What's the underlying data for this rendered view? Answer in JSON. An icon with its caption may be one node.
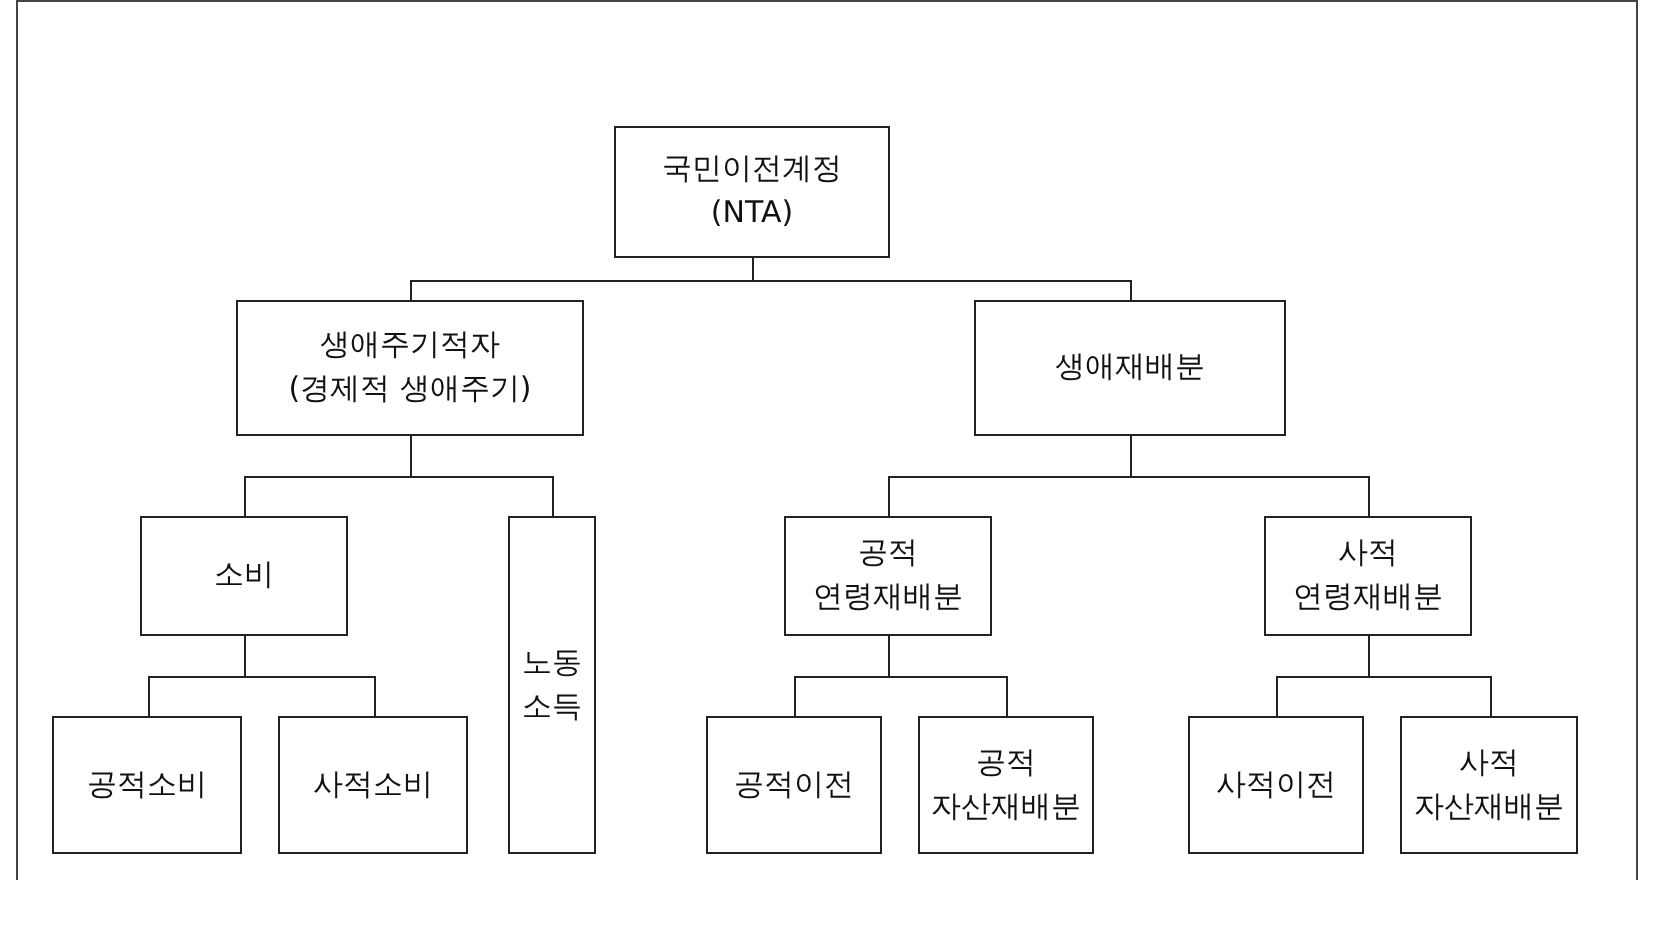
{
  "diagram": {
    "nodes": [
      {
        "text": [
          "국민이전계정 (NTA)"
        ]
      },
      {
        "text": [
          "생애주기적자 (경제적 생애주기)"
        ]
      },
      {
        "text": [
          "생애재배분"
        ]
      },
      {
        "text": [
          "소비"
        ]
      },
      {
        "text": [
          "노동 소득"
        ]
      },
      {
        "text": [
          "공적 연령재배분"
        ]
      },
      {
        "text": [
          "사적 연령재배분"
        ]
      },
      {
        "text": [
          "공적소비"
        ]
      },
      {
        "text": [
          "사적소비"
        ]
      },
      {
        "text": [
          "공적이전"
        ]
      },
      {
        "text": [
          "공적 자산재배분"
        ]
      },
      {
        "text": [
          "사적이전"
        ]
      },
      {
        "text": [
          "사적 자산재배분"
        ]
      }
    ],
    "edges": [
      {
        "from": 0,
        "to": 1,
        "arrow": "none"
      },
      {
        "from": 0,
        "to": 2,
        "arrow": "none"
      },
      {
        "from": 1,
        "to": 3,
        "arrow": "none"
      },
      {
        "from": 1,
        "to": 4,
        "arrow": "none"
      },
      {
        "from": 2,
        "to": 5,
        "arrow": "none"
      },
      {
        "from": 2,
        "to": 6,
        "arrow": "none"
      },
      {
        "from": 3,
        "to": 7,
        "arrow": "none"
      },
      {
        "from": 3,
        "to": 8,
        "arrow": "none"
      },
      {
        "from": 5,
        "to": 9,
        "arrow": "none"
      },
      {
        "from": 5,
        "to": 10,
        "arrow": "none"
      },
      {
        "from": 6,
        "to": 11,
        "arrow": "none"
      },
      {
        "from": 6,
        "to": 12,
        "arrow": "none"
      }
    ]
  }
}
